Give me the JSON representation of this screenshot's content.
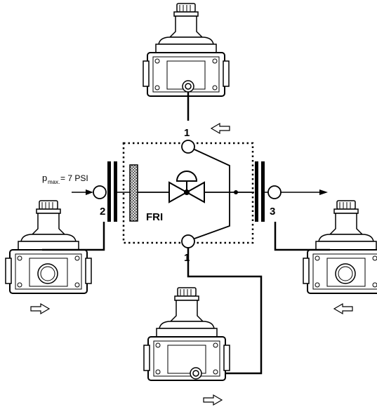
{
  "labels": {
    "port_top": "1",
    "port_bottom": "1",
    "port_left": "2",
    "port_right": "3",
    "filter": "FRI",
    "pressure_p": "p",
    "pressure_sub": "max.",
    "pressure_value": "= 7 PSI"
  },
  "colors": {
    "line": "#000000",
    "body": "#ffffff",
    "hatch": "#555555"
  },
  "icons": {
    "top_device": "gas-regulator-device-icon",
    "left_device": "gas-regulator-device-icon",
    "right_device": "gas-regulator-device-icon",
    "bottom_device": "gas-regulator-device-icon",
    "arrows": "hollow-arrow-icon"
  }
}
